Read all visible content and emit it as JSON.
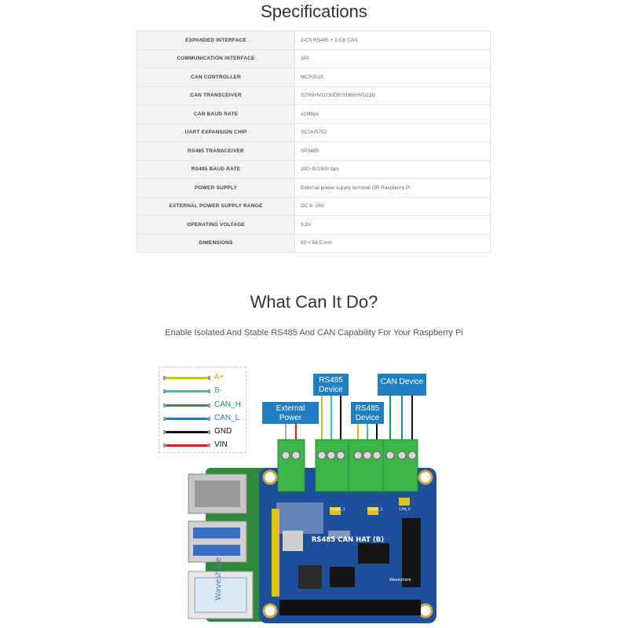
{
  "spec_section": {
    "title": "Specifications",
    "rows": [
      {
        "label": "EXPANDED INTERFACE",
        "value": "2-Ch RS485 + 1-Ch CAN"
      },
      {
        "label": "COMMUNICATION INTERFACE",
        "value": "SPI"
      },
      {
        "label": "CAN CONTROLLER",
        "value": "MCP2515"
      },
      {
        "label": "CAN TRANSCEIVER",
        "value": "SIT65HVD230DR/SN65HVD23D"
      },
      {
        "label": "CAN BAUD RATE",
        "value": "≤1Mbps"
      },
      {
        "label": "UART EXPANSION CHIP",
        "value": "SC16IS752"
      },
      {
        "label": "RS485 TRANSCEIVER",
        "value": "SP3485"
      },
      {
        "label": "RS485 BAUD RATE",
        "value": "300~921600 bps"
      },
      {
        "label": "POWER SUPPLY",
        "value": "External power supply terminal OR Raspberry Pi"
      },
      {
        "label": "EXTERNAL POWER SUPPLY RANGE",
        "value": "DC 8~28V"
      },
      {
        "label": "OPERATING VOLTAGE",
        "value": "3.3V"
      },
      {
        "label": "DIMENSIONS",
        "value": "65 × 56.5 mm"
      }
    ]
  },
  "do_section": {
    "title": "What Can It Do?",
    "subtitle": "Enable Isolated And Stable RS485 And CAN Capability For Your Raspberry Pi"
  },
  "legend": [
    {
      "label": "A+",
      "color": "#c8c414",
      "text_color": "#b8b414"
    },
    {
      "label": "B-",
      "color": "#3fbfa8",
      "text_color": "#3aa898"
    },
    {
      "label": "CAN_H",
      "color": "#1a9a52",
      "text_color": "#1a9a52"
    },
    {
      "label": "CAN_L",
      "color": "#1a7fbf",
      "text_color": "#1a7fbf"
    },
    {
      "label": "GND",
      "color": "#111111",
      "text_color": "#111111"
    },
    {
      "label": "VIN",
      "color": "#e11c1c",
      "text_color": "#111111"
    }
  ],
  "callouts": {
    "power": "External Power Supply",
    "rs485_a": "RS485 Device",
    "rs485_b": "RS485 Device",
    "can": "CAN Device"
  },
  "board": {
    "name": "RS485 CAN HAT (B)",
    "brand": "Waveshare",
    "jumper_labels": [
      "RS485_1",
      "RS485_2",
      "CAN_0"
    ],
    "sticker": "Waveshare"
  },
  "colors": {
    "accent": "#1f7fc2",
    "board": "#1e4f9a",
    "terminal": "#3cb54a"
  }
}
